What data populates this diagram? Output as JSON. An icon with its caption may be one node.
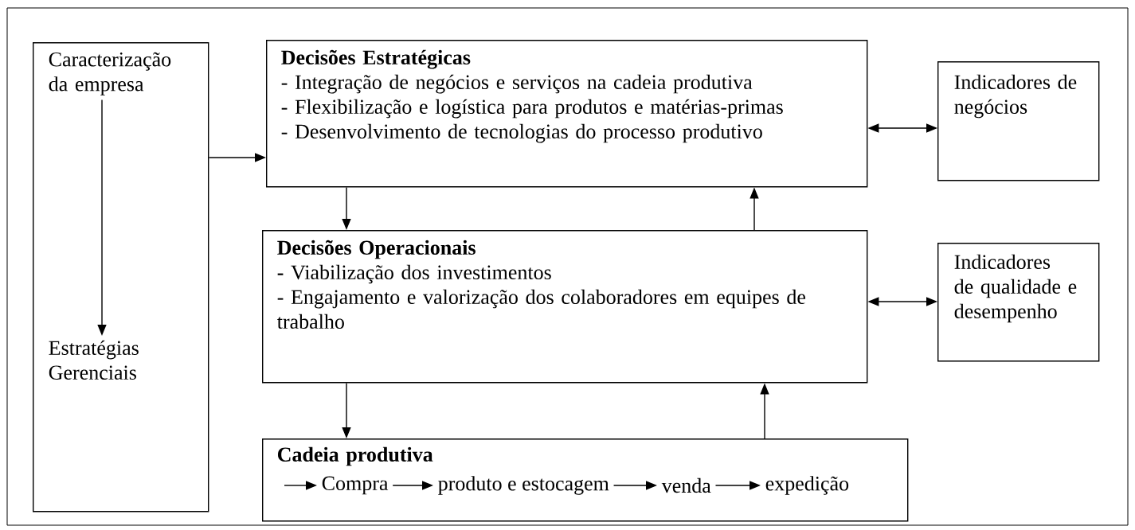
{
  "diagram": {
    "nodes": [
      {
        "text": [],
        "shape": "box"
      },
      {
        "text": [
          "Caracterização da empresa"
        ],
        "in": 0
      },
      {
        "text": [
          "Estratégias Gerenciais"
        ],
        "in": 0
      },
      {
        "text": [
          "Decisões Estratégicas",
          "- Integração de negócios e serviços na cadeia produtiva",
          "- Flexibilização e logística para produtos e matérias-primas",
          "- Desenvolvimento de tecnologias do processo produtivo"
        ]
      },
      {
        "text": [
          "Indicadores de negócios"
        ]
      },
      {
        "text": [
          "Decisões Operacionais",
          "**-** Viabilização dos investimentos",
          "- Engajamento e valorização dos colaboradores em equipes de trabalho"
        ]
      },
      {
        "text": [
          "Indicadores de qualidade e desempenho"
        ]
      },
      {
        "text": [
          "Cadeia produtiva"
        ]
      },
      {
        "text": [
          "Compra"
        ],
        "in": 7
      },
      {
        "text": [
          "produto e estocagem"
        ],
        "in": 7
      },
      {
        "text": [
          "venda"
        ],
        "in": 7
      },
      {
        "text": [
          "expedição"
        ],
        "in": 7
      }
    ],
    "edges": [
      {
        "from": 1,
        "to": 2,
        "arrow": "to"
      },
      {
        "from": 0,
        "to": 3,
        "arrow": "to"
      },
      {
        "from": 3,
        "to": 4,
        "arrow": "both"
      },
      {
        "from": 3,
        "to": 5,
        "arrow": "to"
      },
      {
        "from": 5,
        "to": 3,
        "arrow": "to"
      },
      {
        "from": 5,
        "to": 6,
        "arrow": "both"
      },
      {
        "from": 5,
        "to": 7,
        "arrow": "to"
      },
      {
        "from": 7,
        "to": 5,
        "arrow": "to"
      },
      {
        "from": null,
        "to": 8,
        "arrow": "to"
      },
      {
        "from": 8,
        "to": 9,
        "arrow": "to"
      },
      {
        "from": 9,
        "to": 10,
        "arrow": "to"
      },
      {
        "from": 10,
        "to": 11,
        "arrow": "to"
      }
    ]
  }
}
